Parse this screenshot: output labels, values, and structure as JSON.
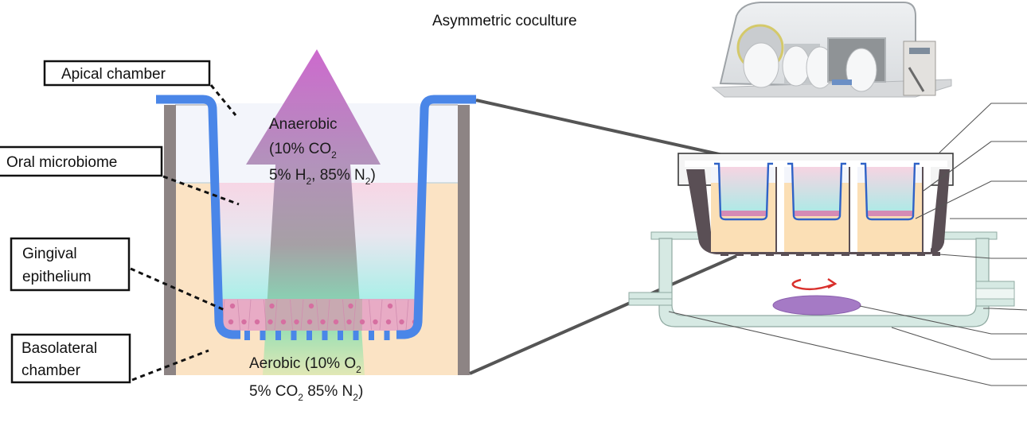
{
  "title": "Asymmetric coculture",
  "labels": {
    "apical_chamber": "Apical chamber",
    "oral_microbiome": "Oral microbiome",
    "gingival_epithelium": [
      "Gingival",
      "epithelium"
    ],
    "basolateral_chamber": [
      "Basolateral",
      "chamber"
    ]
  },
  "anaerobic": {
    "line1": "Anaerobic",
    "line2_prefix": "(10% CO",
    "line2_sub": "2",
    "line3_a": "5% H",
    "line3_sub1": "2",
    "line3_b": ", 85% N",
    "line3_sub2": "2",
    "line3_c": ")"
  },
  "aerobic": {
    "line1_prefix": "Aerobic (10% O",
    "line1_sub": "2",
    "line2_a": "5% CO",
    "line2_sub1": "2",
    "line2_b": " 85% N",
    "line2_sub2": "2",
    "line2_c": ")"
  },
  "icons": {
    "glovebox": "anaerobic-glove-box-illustration",
    "rotation": "rotation-arrow",
    "stir_bar": "magnetic-stir-bar"
  },
  "colors": {
    "insert_wall": "#4a86e8",
    "outer_wall": "#8c8383",
    "basal_medium": "#fbe3c4",
    "apical_gas": "#eef1f9",
    "microbiome_top": "#f8d8e6",
    "microbiome_bottom": "#aef0ea",
    "arrow_top": "#c660c9",
    "arrow_bottom": "#7ee0b0",
    "epithelium": "#e7a5c4",
    "stir_bar": "#a57ac5",
    "rotation": "#d9302c",
    "chamber": "#d6e9e3"
  }
}
